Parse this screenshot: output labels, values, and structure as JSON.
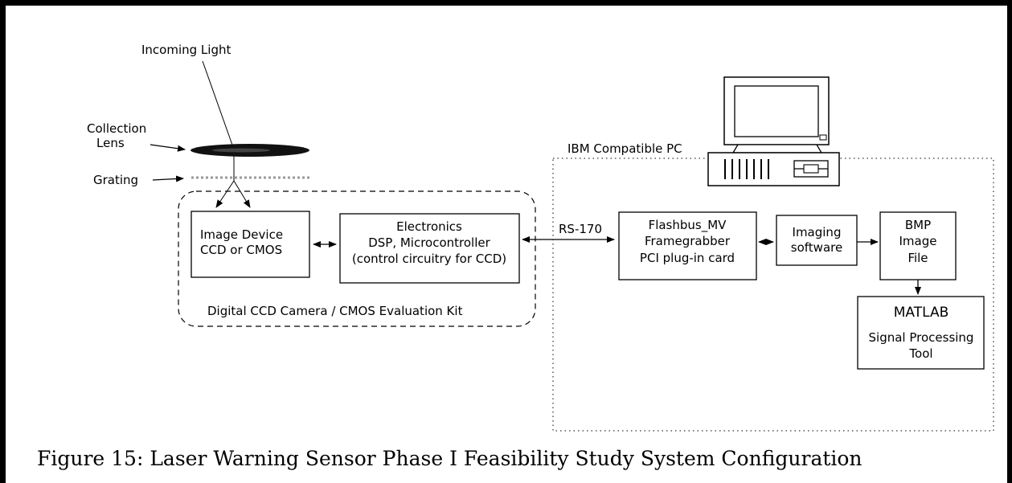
{
  "labels": {
    "incoming_light": "Incoming Light",
    "collection_lens_1": "Collection",
    "collection_lens_2": "Lens",
    "grating": "Grating",
    "ibm_pc": "IBM Compatible PC",
    "image_device_1": "Image Device",
    "image_device_2": "CCD or CMOS",
    "electronics_1": "Electronics",
    "electronics_2": "DSP, Microcontroller",
    "electronics_3": "(control circuitry for CCD)",
    "rs170": "RS-170",
    "flashbus_1": "Flashbus_MV",
    "flashbus_2": "Framegrabber",
    "flashbus_3": "PCI plug-in card",
    "imaging_1": "Imaging",
    "imaging_2": "software",
    "bmp_1": "BMP",
    "bmp_2": "Image",
    "bmp_3": "File",
    "matlab_1": "MATLAB",
    "matlab_2": "Signal Processing",
    "matlab_3": "Tool",
    "camera_kit": "Digital CCD Camera / CMOS Evaluation Kit"
  },
  "caption": "Figure 15:  Laser Warning Sensor Phase I Feasibility Study System Configuration"
}
